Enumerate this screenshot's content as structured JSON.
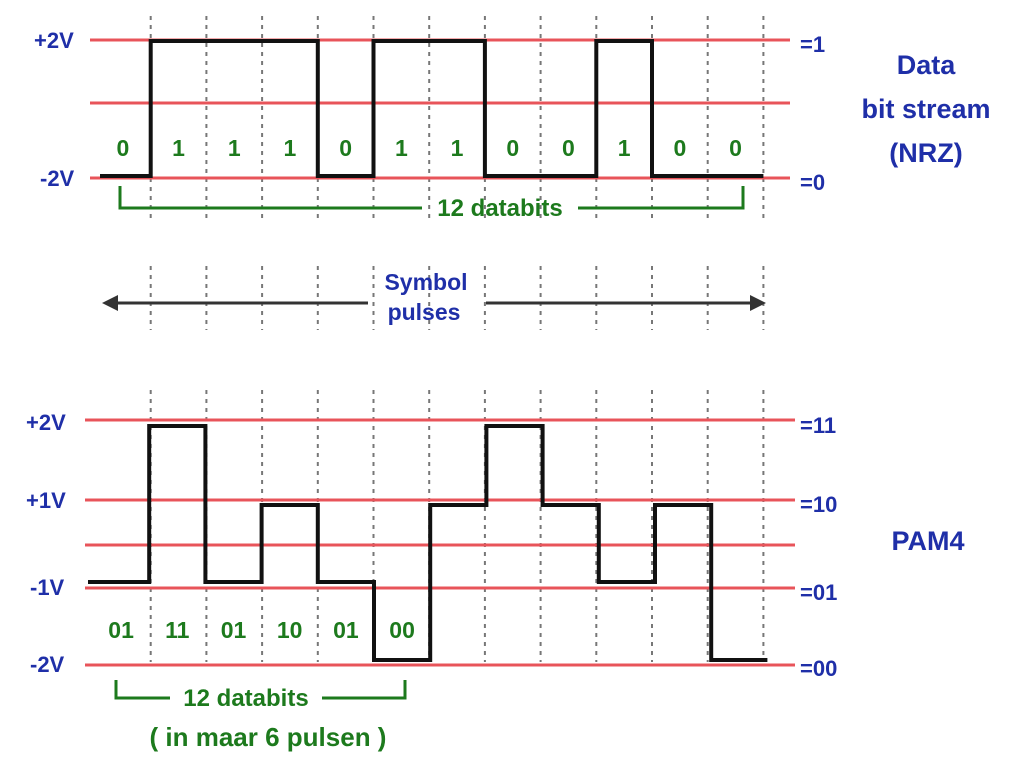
{
  "colors": {
    "level_line": "#e8545a",
    "signal": "#111111",
    "label_blue": "#1f2fa8",
    "label_green": "#1d7a1d",
    "grid": "#777777"
  },
  "nrz": {
    "title": [
      "Data",
      "bit stream",
      "(NRZ)"
    ],
    "left_levels": [
      "+2V",
      "-2V"
    ],
    "right_levels": [
      "=1",
      "=0"
    ],
    "bits": [
      "0",
      "1",
      "1",
      "1",
      "0",
      "1",
      "1",
      "0",
      "0",
      "1",
      "0",
      "0"
    ],
    "bracket_label": "12 databits"
  },
  "symbol": {
    "label": [
      "Symbol",
      "pulses"
    ]
  },
  "pam4": {
    "title": "PAM4",
    "left_levels": [
      "+2V",
      "+1V",
      "-1V",
      "-2V"
    ],
    "right_levels": [
      "=11",
      "=10",
      "=01",
      "=00"
    ],
    "symbols": [
      "01",
      "11",
      "01",
      "10",
      "01",
      "00"
    ],
    "signal_levels": [
      "01",
      "11",
      "01",
      "10",
      "01",
      "00",
      "10",
      "11",
      "10",
      "01",
      "10",
      "00"
    ],
    "bracket_label": "12 databits",
    "note": "( in maar 6 pulsen )"
  }
}
